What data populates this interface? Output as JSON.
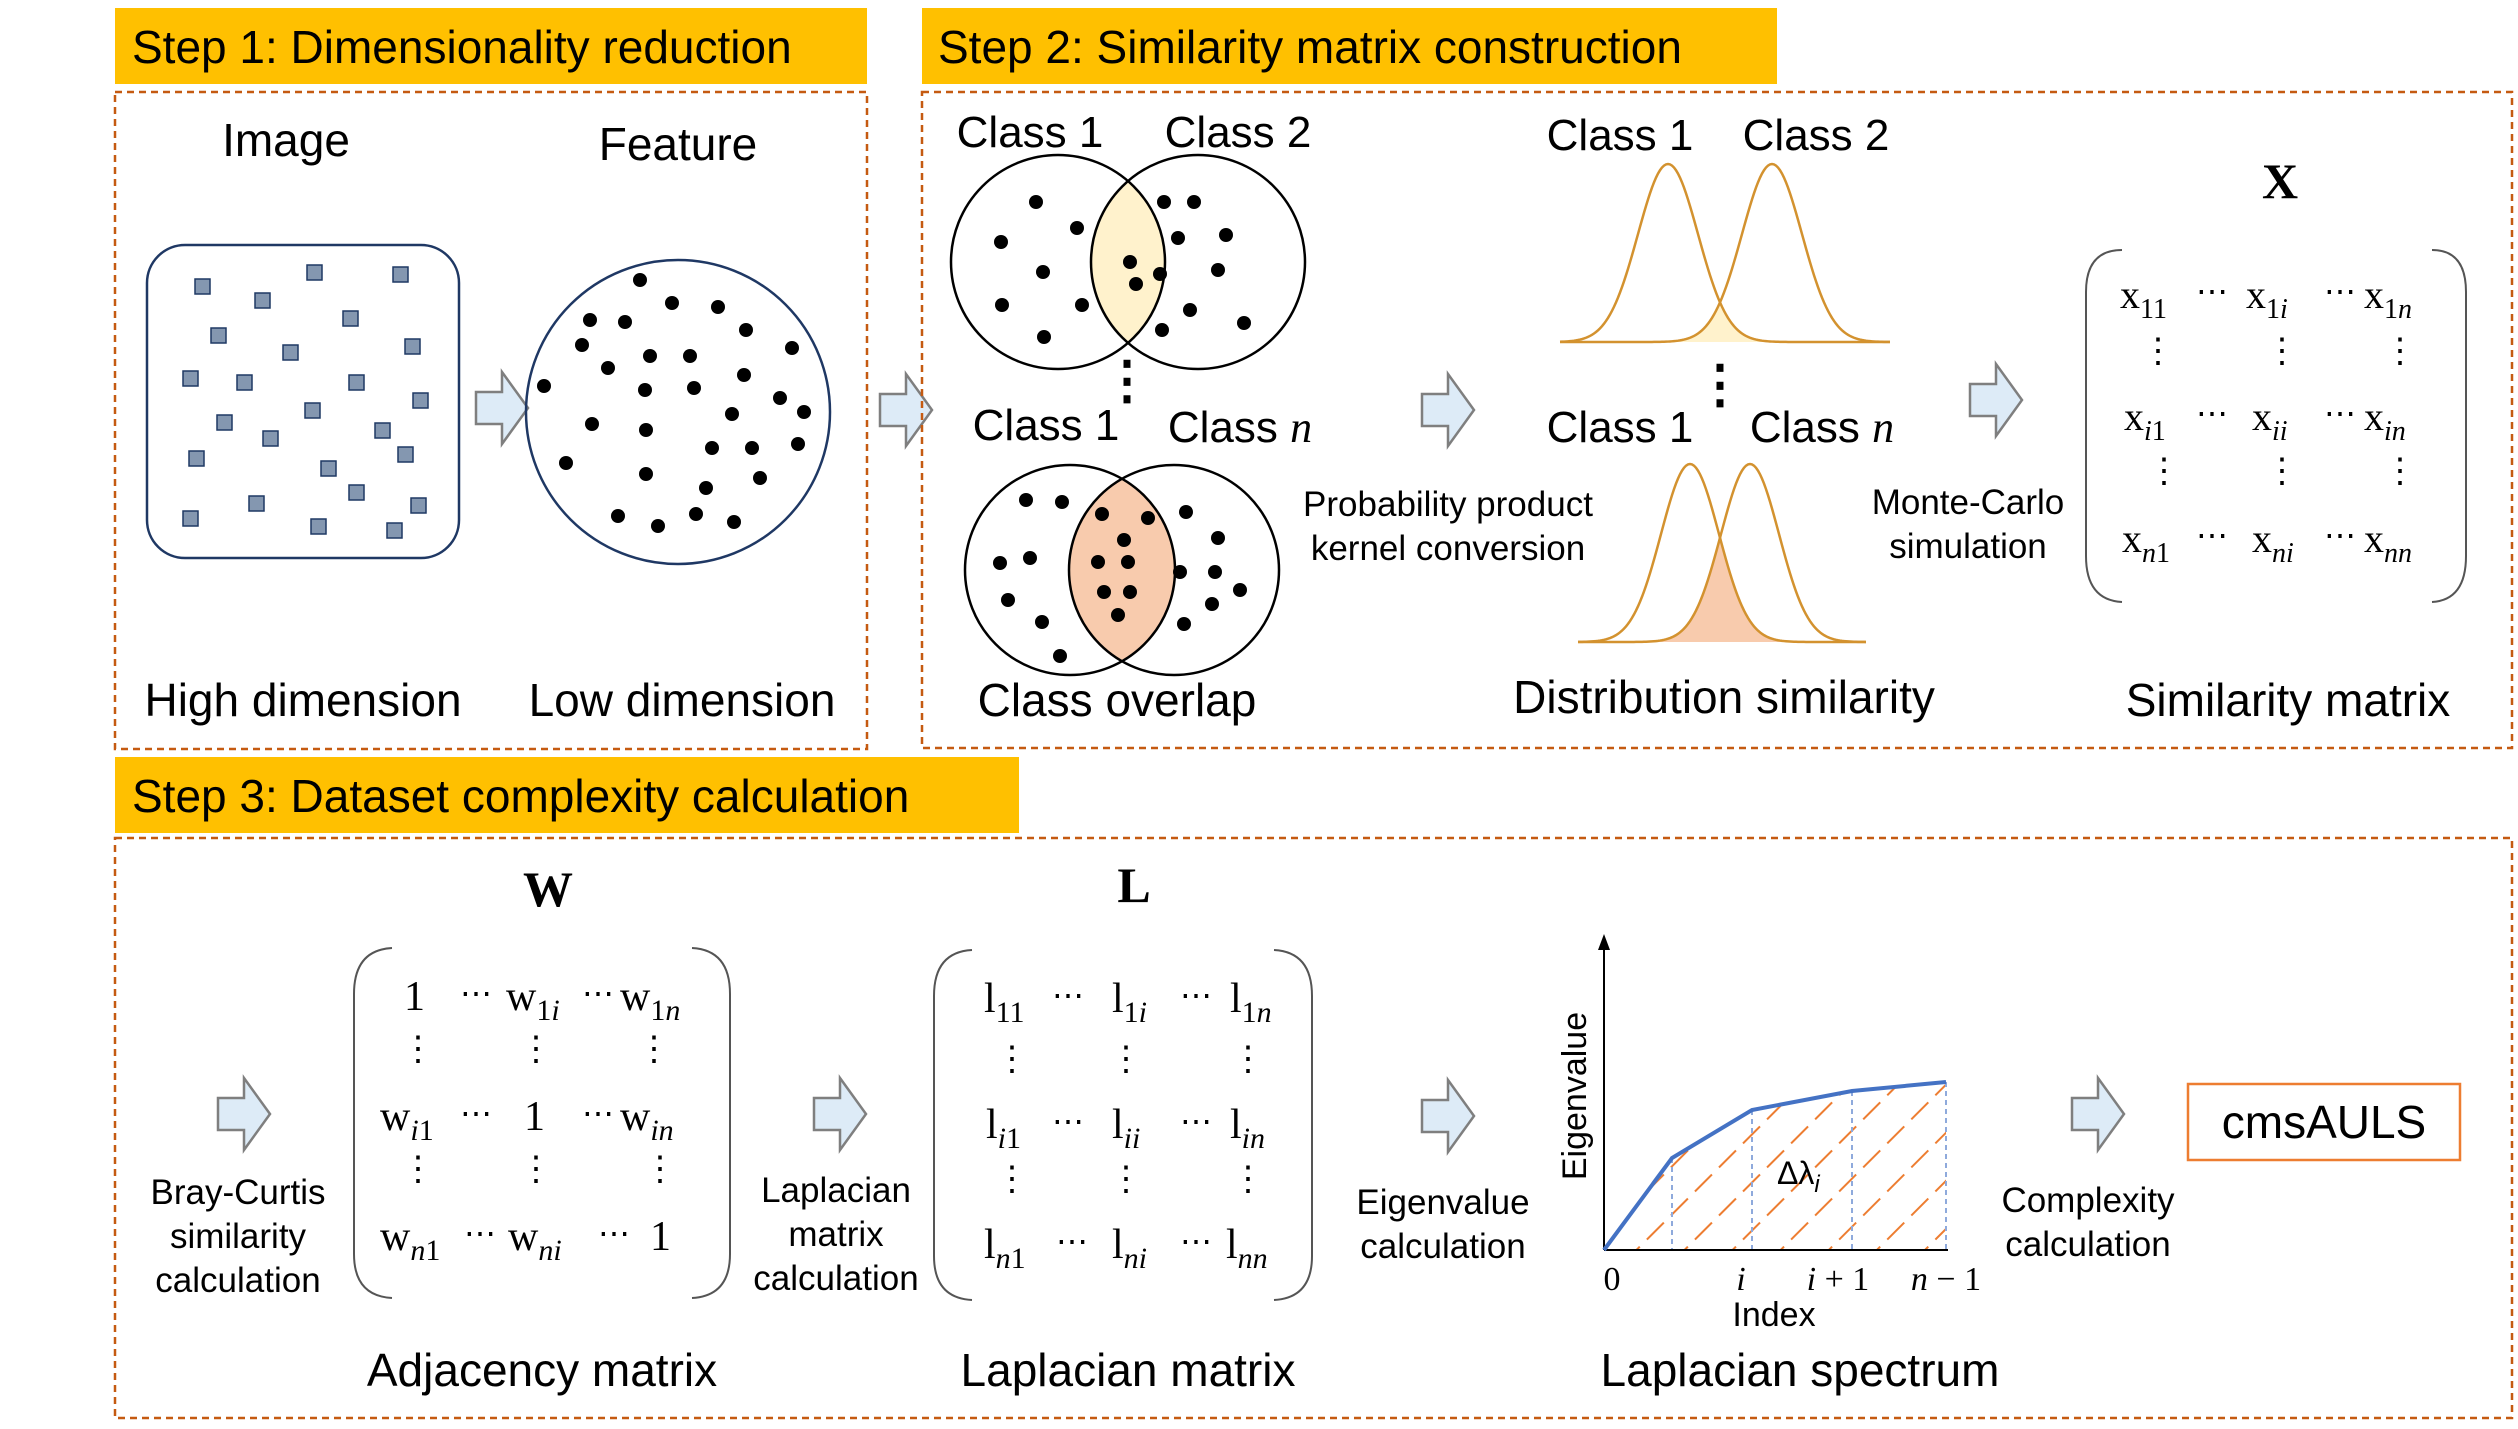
{
  "colors": {
    "step_tag": "#FFC000",
    "dashed_border": "#C55A11",
    "curve": "#D3922F",
    "overlap_light": "#FFF2CC",
    "overlap_strong": "#F8CBAD",
    "image_border": "#1F3864",
    "arrow_fill": "#DDEBF7",
    "arrow_stroke": "#7F7F7F",
    "spectrum_line": "#4472C4",
    "hatch": "#ED7D31",
    "output_border": "#ED7D31"
  },
  "step1": {
    "tag": "Step 1: Dimensionality reduction",
    "image_label": "Image",
    "feature_label": "Feature",
    "high_label": "High dimension",
    "low_label": "Low dimension"
  },
  "step2": {
    "tag": "Step 2: Similarity matrix construction",
    "venn_top_class_a": "Class 1",
    "venn_top_class_b": "Class 2",
    "venn_bottom_class_a": "Class 1",
    "venn_bottom_class_b_prefix": "Class ",
    "venn_bottom_class_b_var": "n",
    "vdots": "⋮",
    "class_overlap_label": "Class overlap",
    "ppk_line1": "Probability product",
    "ppk_line2": "kernel conversion",
    "dist_top_class_a": "Class 1",
    "dist_top_class_b": "Class 2",
    "dist_bottom_class_a": "Class 1",
    "dist_bottom_class_b_prefix": "Class ",
    "dist_bottom_class_b_var": "n",
    "dist_similarity_label": "Distribution similarity",
    "mc_line1": "Monte-Carlo",
    "mc_line2": "simulation",
    "matrix_symbol": "X",
    "similarity_matrix_label": "Similarity matrix",
    "x_matrix": {
      "r1c1": "x",
      "r1c1s": "11",
      "r1c2": "x",
      "r1c2s": "1",
      "r1c2v": "i",
      "r1c3": "x",
      "r1c3s": "1",
      "r1c3v": "n",
      "r2c1": "x",
      "r2c1v": "i",
      "r2c1s": "1",
      "r2c2": "x",
      "r2c2v": "ii",
      "r2c3": "x",
      "r2c3v": "in",
      "r3c1": "x",
      "r3c1v": "n",
      "r3c1s": "1",
      "r3c2": "x",
      "r3c2v": "ni",
      "r3c3": "x",
      "r3c3v": "nn",
      "cdots": "⋯",
      "vdots": "⋮"
    }
  },
  "step3": {
    "tag": "Step 3: Dataset complexity calculation",
    "bc_line1": "Bray-Curtis",
    "bc_line2": "similarity",
    "bc_line3": "calculation",
    "w_symbol": "W",
    "adjacency_label": "Adjacency matrix",
    "lap_calc_line1": "Laplacian",
    "lap_calc_line2": "matrix",
    "lap_calc_line3": "calculation",
    "l_symbol": "L",
    "laplacian_label": "Laplacian matrix",
    "eig_line1": "Eigenvalue",
    "eig_line2": "calculation",
    "spectrum_label": "Laplacian spectrum",
    "spectrum_ylabel": "Eigenvalue",
    "spectrum_xlabel": "Index",
    "delta_label": "Δλ",
    "delta_sub": "i",
    "tick_0": "0",
    "tick_i": "i",
    "tick_i1_var": "i",
    "tick_i1_rest": " + 1",
    "tick_n1_var": "n",
    "tick_n1_rest": " − 1",
    "comp_line1": "Complexity",
    "comp_line2": "calculation",
    "output": "cmsAULS",
    "w_matrix": {
      "one": "1",
      "w": "w",
      "s_1": "1",
      "v_i": "i",
      "v_n": "n",
      "in": "in",
      "ni": "ni",
      "cdots": "⋯",
      "vdots": "⋮"
    },
    "l_matrix": {
      "l": "l",
      "s11": "11",
      "s1": "1",
      "v_i": "i",
      "v_n": "n",
      "ii": "ii",
      "in": "in",
      "ni": "ni",
      "nn": "nn",
      "cdots": "⋯",
      "vdots": "⋮"
    }
  }
}
